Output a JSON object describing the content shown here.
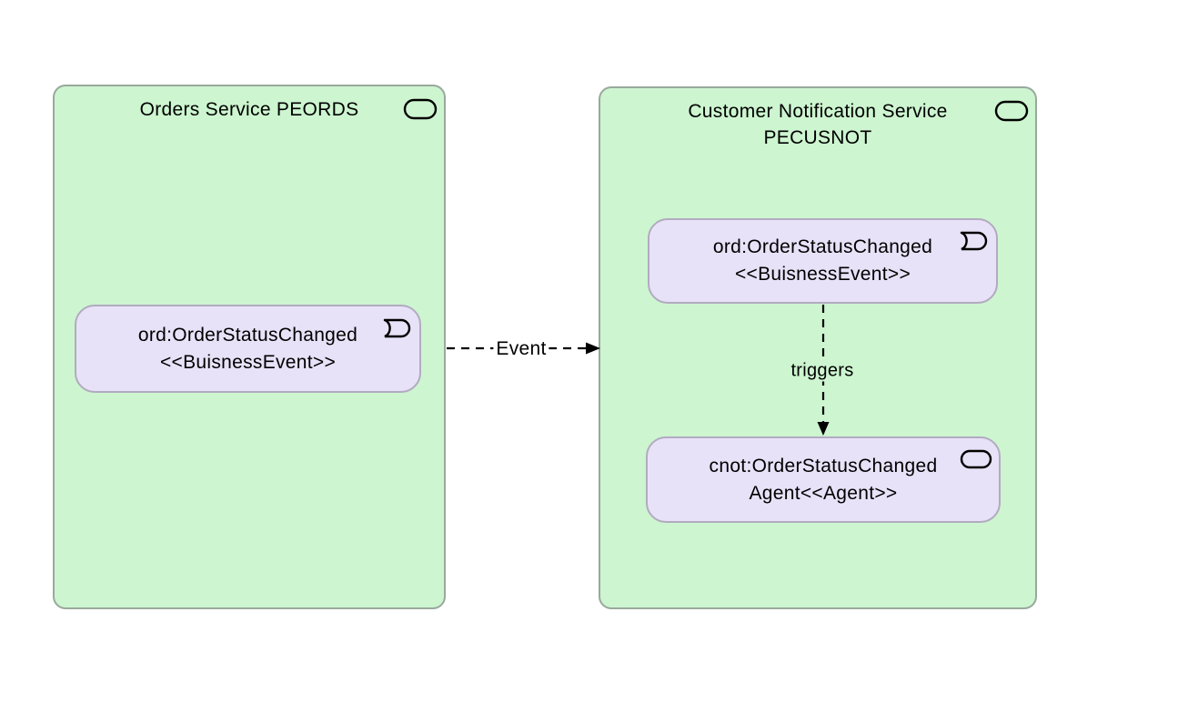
{
  "diagram": {
    "type": "component-event-diagram",
    "background_color": "#ffffff",
    "colors": {
      "container_fill": "#cdf5d0",
      "container_border": "#99a99c",
      "node_fill": "#e7e2f7",
      "node_border": "#b2abc0",
      "line_and_text": "#000000"
    },
    "containers": [
      {
        "id": "orders-service",
        "title_lines": [
          "Orders Service PEORDS"
        ],
        "icon": "component-pill-icon"
      },
      {
        "id": "customer-notification-service",
        "title_lines": [
          "Customer Notification Service",
          "PECUSNOT"
        ],
        "icon": "component-pill-icon"
      }
    ],
    "nodes": [
      {
        "id": "left-event",
        "parent": "orders-service",
        "line1": "ord:OrderStatusChanged",
        "line2": "<<BuisnessEvent>>",
        "icon": "event-icon"
      },
      {
        "id": "right-event",
        "parent": "customer-notification-service",
        "line1": "ord:OrderStatusChanged",
        "line2": "<<BuisnessEvent>>",
        "icon": "event-icon"
      },
      {
        "id": "right-agent",
        "parent": "customer-notification-service",
        "line1": "cnot:OrderStatusChanged",
        "line2": "Agent<<Agent>>",
        "icon": "agent-pill-icon"
      }
    ],
    "edges": [
      {
        "id": "event-edge",
        "from": "left-event",
        "to": "customer-notification-service",
        "label": "Event",
        "style": "dashed",
        "arrowhead": "filled-triangle",
        "direction": "right"
      },
      {
        "id": "triggers-edge",
        "from": "right-event",
        "to": "right-agent",
        "label": "triggers",
        "style": "dashed",
        "arrowhead": "filled-triangle",
        "direction": "down"
      }
    ]
  }
}
